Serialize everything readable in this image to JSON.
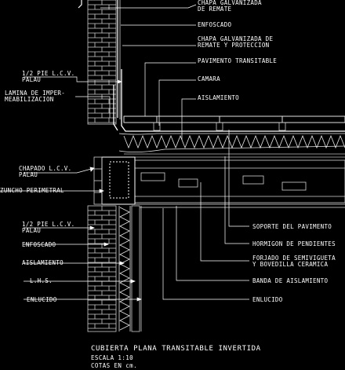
{
  "drawing": {
    "title": "CUBIERTA PLANA TRANSITABLE INVERTIDA",
    "scale": "ESCALA 1:10",
    "units_note": "COTAS EN cm."
  },
  "labels_right": [
    {
      "lines": [
        "CHAPA GALVANIZADA",
        "DE REMATE"
      ]
    },
    {
      "lines": [
        "ENFOSCADO"
      ]
    },
    {
      "lines": [
        "CHAPA GALVANIZADA DE",
        "REMATE Y PROTECCION"
      ]
    },
    {
      "lines": [
        "PAVIMENTO TRANSITABLE"
      ]
    },
    {
      "lines": [
        "CAMARA"
      ]
    },
    {
      "lines": [
        "AISLAMIENTO"
      ]
    },
    {
      "lines": [
        "SOPORTE DEL PAVIMENTO"
      ]
    },
    {
      "lines": [
        "HORMIGON DE PENDIENTES"
      ]
    },
    {
      "lines": [
        "FORJADO DE SEMIVIGUETA",
        "Y BOVEDILLA CERAMICA"
      ]
    },
    {
      "lines": [
        "BANDA DE AISLAMIENTO"
      ]
    },
    {
      "lines": [
        "ENLUCIDO"
      ]
    }
  ],
  "labels_left": [
    {
      "lines": [
        "1/2 PIE L.C.V.",
        "PALAU"
      ]
    },
    {
      "lines": [
        "LAMINA DE IMPER-",
        "MEABILIZACION"
      ]
    },
    {
      "lines": [
        "CHAPADO L.C.V.",
        "PALAU"
      ]
    },
    {
      "lines": [
        "ZUNCHO PERIMETRAL"
      ]
    },
    {
      "lines": [
        "1/2 PIE L.C.V.",
        "PALAU"
      ]
    },
    {
      "lines": [
        "ENFOSCADO"
      ]
    },
    {
      "lines": [
        "AISLAMIENTO"
      ]
    },
    {
      "lines": [
        "L.H.S."
      ]
    },
    {
      "lines": [
        "ENLUCIDO"
      ]
    }
  ]
}
